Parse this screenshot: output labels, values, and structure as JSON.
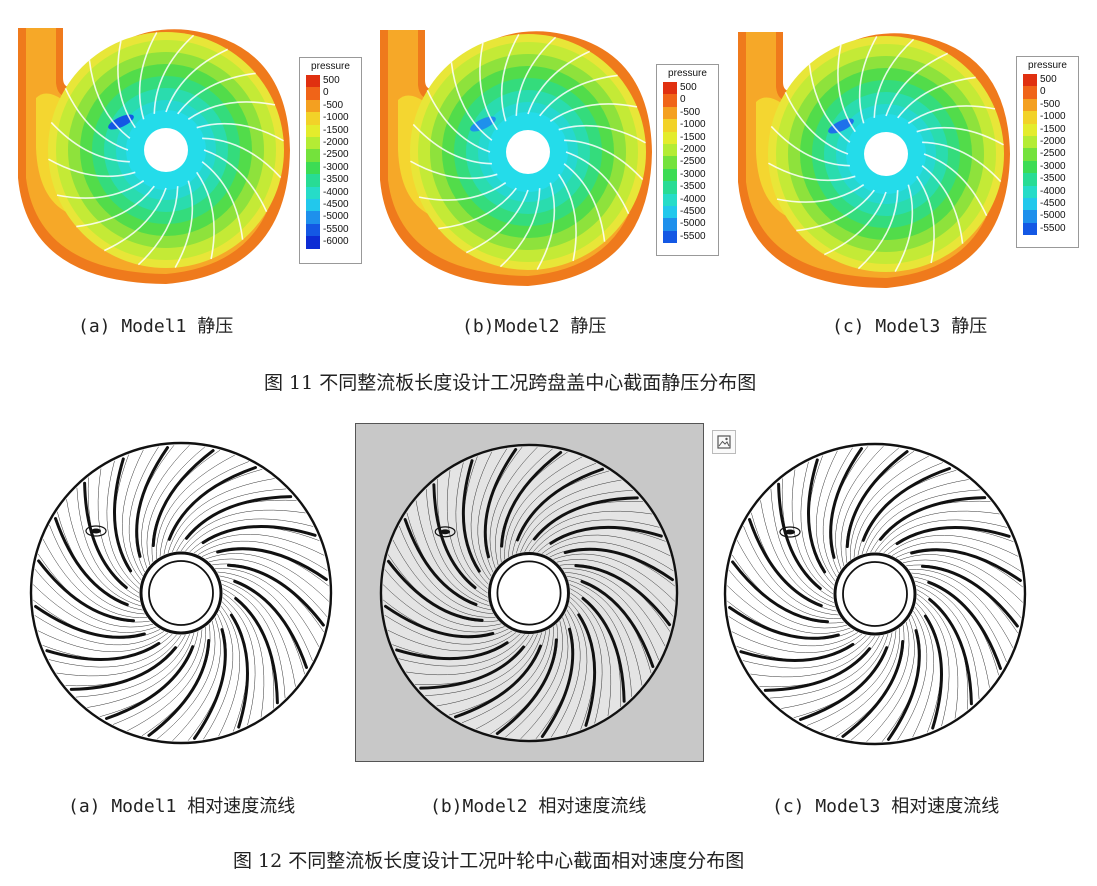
{
  "figure11": {
    "title": "图 11   不同整流板长度设计工况跨盘盖中心截面静压分布图",
    "panels": [
      {
        "caption": "(a) Model1 静压",
        "legend": {
          "title": "pressure",
          "colors": [
            "#e03010",
            "#f06418",
            "#f4a020",
            "#f2d228",
            "#e4ec2c",
            "#b4ec34",
            "#74e23c",
            "#3cdc54",
            "#28dc94",
            "#26dcc8",
            "#22c8ec",
            "#1e90ec",
            "#1458e4",
            "#0c2cd4"
          ],
          "labels": [
            "500",
            "0",
            "-500",
            "-1000",
            "-1500",
            "-2000",
            "-2500",
            "-3000",
            "-3500",
            "-4000",
            "-4500",
            "-5000",
            "-5500",
            "-6000"
          ]
        }
      },
      {
        "caption": "(b)Model2 静压",
        "legend": {
          "title": "pressure",
          "colors": [
            "#e03010",
            "#f06418",
            "#f4a020",
            "#f2d228",
            "#e4ec2c",
            "#b4ec34",
            "#74e23c",
            "#3cdc54",
            "#28dc94",
            "#26dcc8",
            "#22c8ec",
            "#1e90ec",
            "#1458e4"
          ],
          "labels": [
            "500",
            "0",
            "-500",
            "-1000",
            "-1500",
            "-2000",
            "-2500",
            "-3000",
            "-3500",
            "-4000",
            "-4500",
            "-5000",
            "-5500"
          ]
        }
      },
      {
        "caption": "(c) Model3 静压",
        "legend": {
          "title": "pressure",
          "colors": [
            "#e03010",
            "#f06418",
            "#f4a020",
            "#f2d228",
            "#e4ec2c",
            "#b4ec34",
            "#74e23c",
            "#3cdc54",
            "#28dc94",
            "#26dcc8",
            "#22c8ec",
            "#1e90ec",
            "#1458e4"
          ],
          "labels": [
            "500",
            "0",
            "-500",
            "-1000",
            "-1500",
            "-2000",
            "-2500",
            "-3000",
            "-3500",
            "-4000",
            "-4500",
            "-5000",
            "-5500"
          ]
        }
      }
    ]
  },
  "figure12": {
    "title": "图 12   不同整流板长度设计工况叶轮中心截面相对速度分布图",
    "panels": [
      {
        "caption": "(a) Model1 相对速度流线"
      },
      {
        "caption": "(b)Model2 相对速度流线"
      },
      {
        "caption": "(c) Model3 相对速度流线"
      }
    ]
  }
}
